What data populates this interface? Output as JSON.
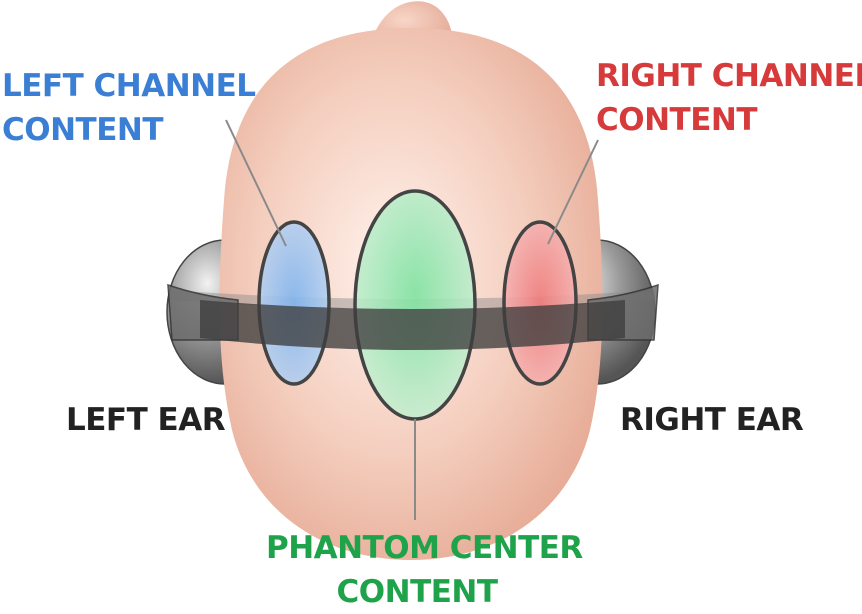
{
  "labels": {
    "left_channel": [
      "LEFT CHANNEL",
      "CONTENT"
    ],
    "right_channel": [
      "RIGHT CHANNEL",
      "CONTENT"
    ],
    "left_ear": "LEFT EAR",
    "right_ear": "RIGHT EAR",
    "phantom_center": [
      "PHANTOM CENTER",
      "CONTENT"
    ]
  },
  "colors": {
    "left_channel": "#3b7fd4",
    "right_channel": "#d63a3a",
    "phantom_center": "#1ea24a",
    "ear_text": "#222222",
    "skin": "#f2c2b0",
    "headband": "#4a4a4a"
  }
}
